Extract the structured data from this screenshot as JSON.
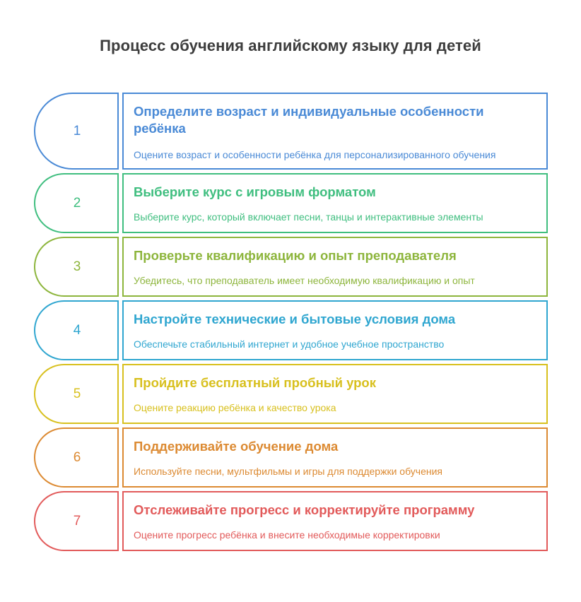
{
  "title": "Процесс обучения английскому языку для детей",
  "steps": [
    {
      "number": "1",
      "title": "Определите возраст и индивидуальные особенности ребёнка",
      "description": "Оцените возраст и особенности ребёнка для персонализированного обучения",
      "color": "#4a8ad6"
    },
    {
      "number": "2",
      "title": "Выберите курс с игровым форматом",
      "description": "Выберите курс, который включает песни, танцы и интерактивные элементы",
      "color": "#3fbe7f"
    },
    {
      "number": "3",
      "title": "Проверьте квалификацию и опыт преподавателя",
      "description": "Убедитесь, что преподаватель имеет необходимую квалификацию и опыт",
      "color": "#8db53c"
    },
    {
      "number": "4",
      "title": "Настройте технические и бытовые условия дома",
      "description": "Обеспечьте стабильный интернет и удобное учебное пространство",
      "color": "#2fa6d0"
    },
    {
      "number": "5",
      "title": "Пройдите бесплатный пробный урок",
      "description": "Оцените реакцию ребёнка и качество урока",
      "color": "#d8c01e"
    },
    {
      "number": "6",
      "title": "Поддерживайте обучение дома",
      "description": "Используйте песни, мультфильмы и игры для поддержки обучения",
      "color": "#dc8a32"
    },
    {
      "number": "7",
      "title": "Отслеживайте прогресс и корректируйте программу",
      "description": "Оцените прогресс ребёнка и внесите необходимые корректировки",
      "color": "#e25a5a"
    }
  ]
}
